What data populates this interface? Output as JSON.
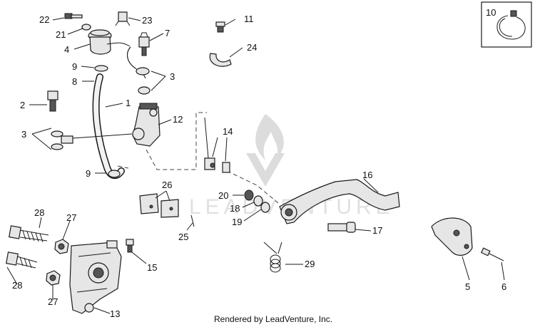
{
  "diagram": {
    "callouts": [
      "1",
      "2",
      "3",
      "3",
      "3",
      "4",
      "5",
      "6",
      "7",
      "8",
      "9",
      "9",
      "10",
      "11",
      "12",
      "13",
      "14",
      "15",
      "16",
      "17",
      "18",
      "19",
      "20",
      "21",
      "22",
      "23",
      "24",
      "25",
      "26",
      "27",
      "27",
      "28",
      "28",
      "29"
    ],
    "watermark_text": "LEADVENTURE",
    "footer_text": "Rendered by LeadVenture, Inc."
  }
}
